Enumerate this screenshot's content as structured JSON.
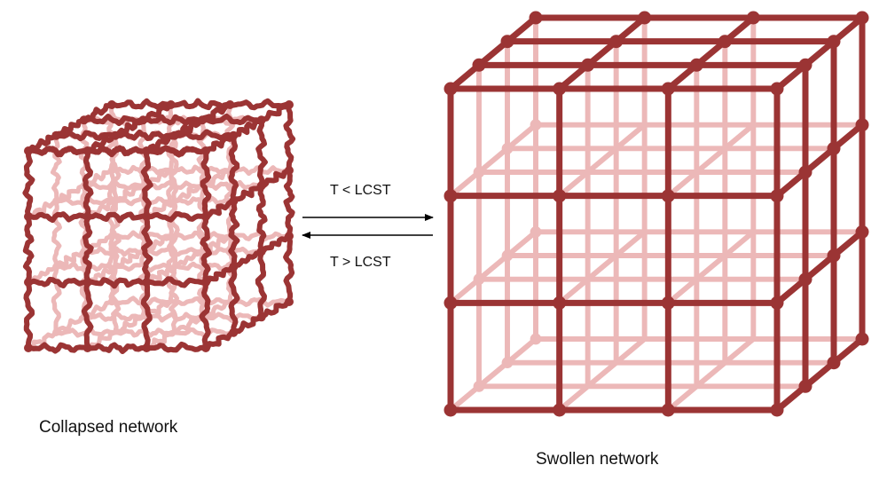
{
  "colors": {
    "strand": "#9b3434",
    "strand_back": "#ecb8b8",
    "arrow": "#000000",
    "text": "#111111",
    "background": "#ffffff"
  },
  "labels": {
    "collapsed": "Collapsed network",
    "swollen": "Swollen network",
    "forward_condition": "T < LCST",
    "reverse_condition": "T > LCST"
  },
  "networks": {
    "collapsed": {
      "grid_cells": 3,
      "strand_style": "coiled"
    },
    "swollen": {
      "grid_cells": 3,
      "strand_style": "straight"
    }
  },
  "transition": {
    "forward_arrow": "right-arrow",
    "reverse_arrow": "left-arrow"
  }
}
